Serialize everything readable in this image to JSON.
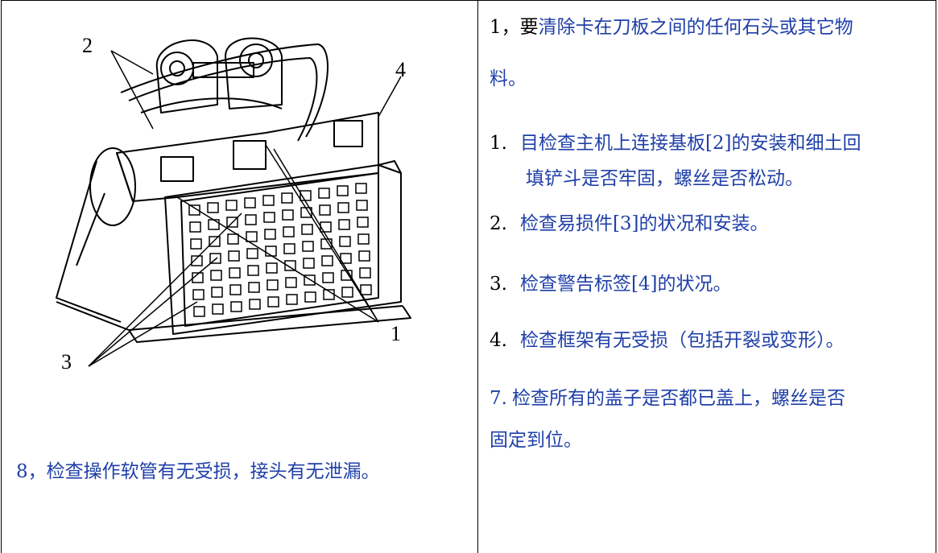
{
  "figure": {
    "callouts": [
      "2",
      "4",
      "1",
      "3"
    ],
    "caption": {
      "num": "8",
      "text": "，检查操作软管有无受损，接头有无泄漏。"
    }
  },
  "steps": [
    {
      "num": "1，要",
      "text_line1": "清除卡在刀板之间的任何石头或其它物",
      "text_line2": "料。"
    },
    {
      "num": "1.",
      "text_line1": "目检查主机上连接基板[2]的安装和细土回",
      "text_line2": "填铲斗是否牢固，螺丝是否松动。"
    },
    {
      "num": "2.",
      "text_line1": "检查易损件[3]的状况和安装。"
    },
    {
      "num": "3.",
      "text_line1": "检查警告标签[4]的状况。"
    },
    {
      "num": "4.",
      "text_line1": "检查框架有无受损（包括开裂或变形）。"
    },
    {
      "num": "7.",
      "text_line1": "检查所有的盖子是否都已盖上，螺丝是否",
      "text_line2": "固定到位。"
    }
  ]
}
